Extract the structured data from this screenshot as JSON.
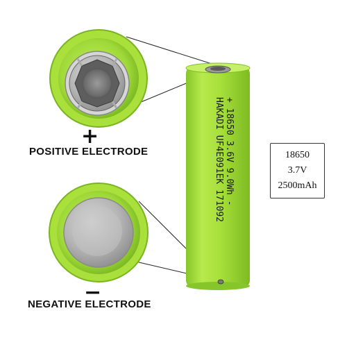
{
  "labels": {
    "plus_sign": "+",
    "minus_sign": "−",
    "positive": "POSITIVE ELECTRODE",
    "negative": "NEGATIVE ELECTRODE"
  },
  "spec_box": {
    "model": "18650",
    "voltage": "3.7V",
    "capacity": "2500mAh"
  },
  "battery_print": {
    "line1": "+  18650  3.6V  9.0Wh  -",
    "line2": "HAKADI  UF4E091EK  171092"
  },
  "colors": {
    "wrap": "#a8e03c",
    "wrap_dark": "#7fbf22",
    "metal": "#b9b9b9",
    "ink": "#1a1a1a"
  }
}
